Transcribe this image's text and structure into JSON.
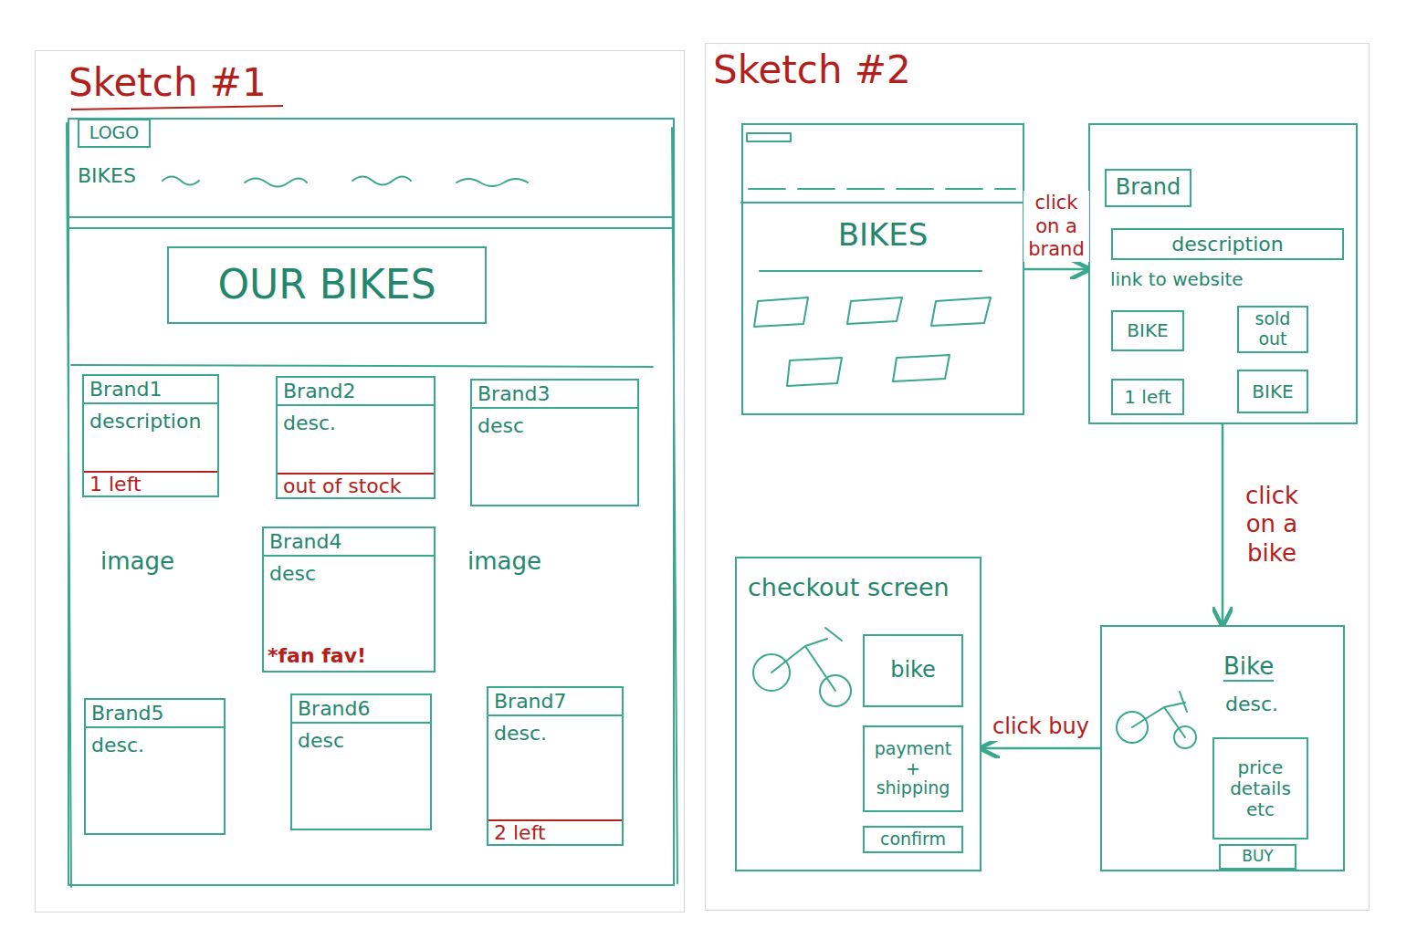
{
  "diagram": {
    "nodes": [
      {
        "text": [
          "Sketch #1"
        ]
      },
      {
        "text": [
          "LOGO"
        ],
        "in": 0
      },
      {
        "text": [
          "OUR BIKES"
        ],
        "in": 0
      },
      {
        "text": [
          "Brand1",
          "description",
          "1 left"
        ],
        "in": 0
      },
      {
        "text": [
          "Brand2",
          "desc.",
          "out of stock"
        ],
        "in": 0
      },
      {
        "text": [
          "Brand3",
          "desc"
        ],
        "in": 0
      },
      {
        "text": [
          "Brand4",
          "desc",
          "*fan fav!"
        ],
        "in": 0
      },
      {
        "text": [
          "Brand5",
          "desc."
        ],
        "in": 0
      },
      {
        "text": [
          "Brand6",
          "desc"
        ],
        "in": 0
      },
      {
        "text": [
          "Brand7",
          "desc.",
          "2 left"
        ],
        "in": 0
      },
      {
        "text": [
          "Sketch #2"
        ]
      },
      {
        "text": [
          "BIKES"
        ],
        "in": 10
      },
      {
        "text": [
          "link to website"
        ],
        "in": 10
      },
      {
        "text": [
          "Brand"
        ],
        "in": 12
      },
      {
        "text": [
          "description"
        ],
        "in": 12
      },
      {
        "text": [
          "BIKE"
        ],
        "in": 12
      },
      {
        "text": [
          "sold out"
        ],
        "in": 12
      },
      {
        "text": [
          "1 left"
        ],
        "in": 12
      },
      {
        "text": [
          "BIKE"
        ],
        "in": 12
      },
      {
        "text": [
          "checkout screen"
        ],
        "in": 10
      },
      {
        "text": [
          "bike"
        ],
        "in": 19
      },
      {
        "text": [
          "payment + shipping"
        ],
        "in": 19
      },
      {
        "text": [
          "confirm"
        ],
        "in": 19
      },
      {
        "text": [
          "Bike",
          "desc."
        ],
        "in": 10
      },
      {
        "text": [
          "price details etc"
        ],
        "in": 23
      },
      {
        "text": [
          "BUY"
        ],
        "in": 23
      }
    ],
    "edges": [
      {
        "from": 11,
        "to": 12,
        "label": "click on a brand",
        "arrow": "to"
      },
      {
        "from": 12,
        "to": 23,
        "label": "click on a bike",
        "arrow": "to"
      },
      {
        "from": 23,
        "to": 19,
        "label": "click buy",
        "arrow": "to"
      }
    ],
    "labels": [
      "BIKES",
      "image",
      "image"
    ]
  }
}
